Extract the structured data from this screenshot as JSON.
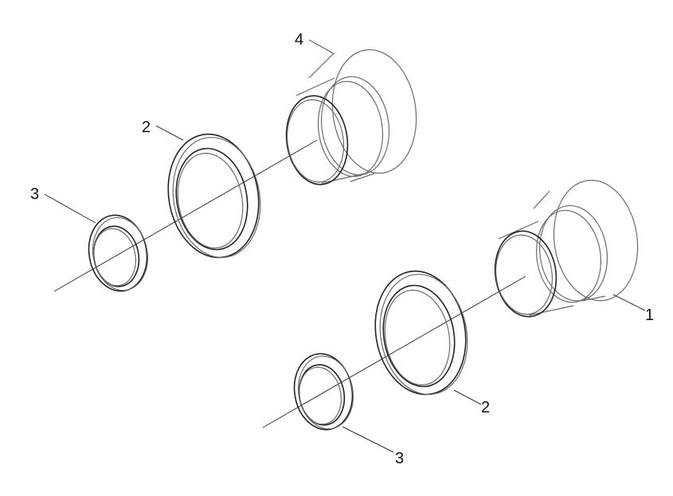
{
  "labels": {
    "part_1": "1",
    "part_2_upper": "2",
    "part_2_lower": "2",
    "part_3_upper": "3",
    "part_3_lower": "3",
    "part_4": "4"
  },
  "colors": {
    "background": "#ffffff",
    "line": "#333333"
  }
}
